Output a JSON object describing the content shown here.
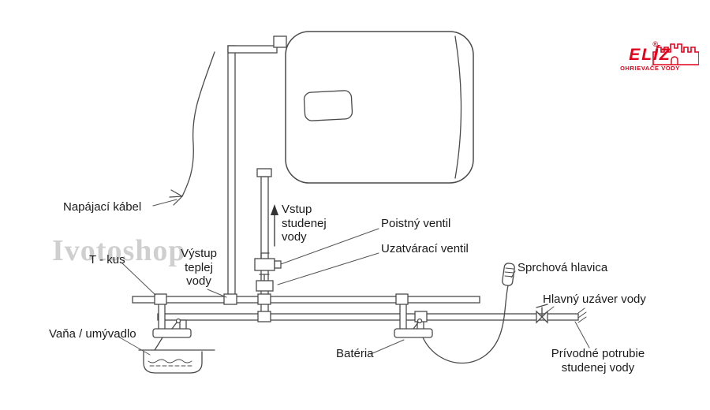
{
  "watermark": "Ivotoshop",
  "logo": {
    "brand": "ELÍZ",
    "registered": "®",
    "tagline": "OHRIEVAČE VODY",
    "color": "#e2001a"
  },
  "diagram": {
    "line_color": "#4a4a4a",
    "labels": {
      "power_cable": "Napájací kábel",
      "hot_water_outlet": "Výstup\nteplej\nvody",
      "cold_water_inlet": "Vstup\nstudenej\nvody",
      "safety_valve": "Poistný ventil",
      "shutoff_valve": "Uzatvárací ventil",
      "t_piece": "T - kus",
      "bathtub": "Vaňa / umývadlo",
      "mixer_tap": "Batéria",
      "shower_head": "Sprchová hlavica",
      "main_water_valve": "Hlavný uzáver vody",
      "supply_pipe": "Prívodné potrubie\nstudenej vody"
    }
  }
}
